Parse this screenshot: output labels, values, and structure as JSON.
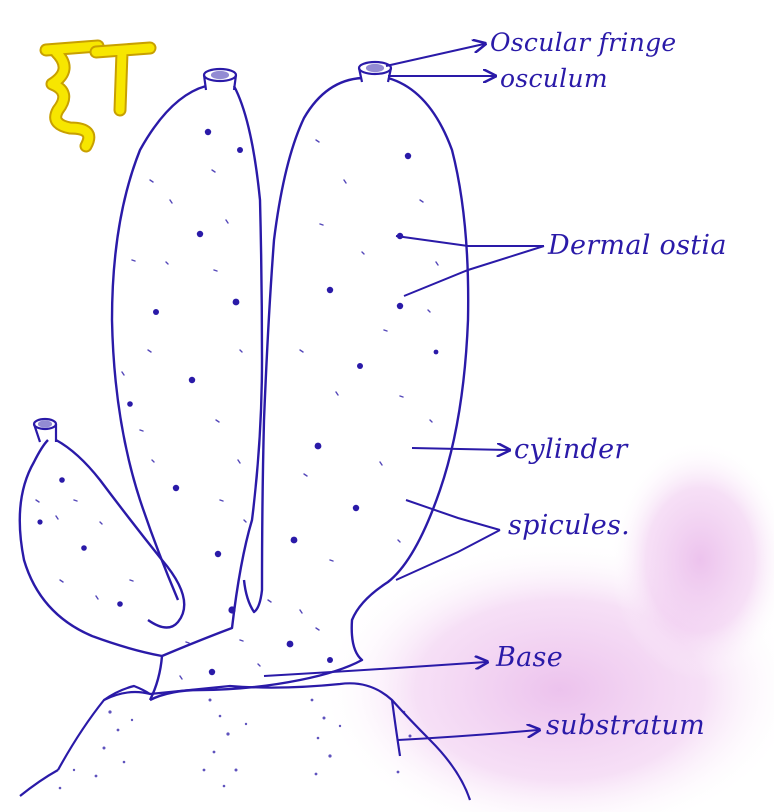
{
  "logo": {
    "text": "ξT",
    "fill_color": "#f7e600",
    "stroke_color": "#c8a000"
  },
  "colors": {
    "ink": "#2a1aa8",
    "paper": "#ffffff",
    "stain": "#e9b8ea"
  },
  "labels": {
    "oscular_fringe": "Oscular fringe",
    "osculum": "osculum",
    "dermal_ostia": "Dermal ostia",
    "cylinder": "cylinder",
    "spicules": "spicules.",
    "base": "Base",
    "substratum": "substratum"
  }
}
